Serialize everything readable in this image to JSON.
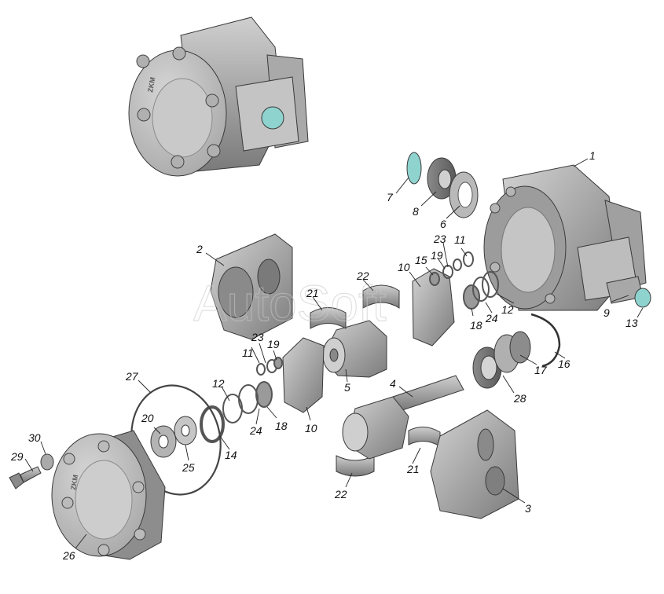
{
  "watermark": "AutoSoft",
  "stamps": {
    "cover_stamp": "ZKM"
  },
  "colors": {
    "metal_light": "#b9b9b9",
    "metal_mid": "#9a9a9a",
    "metal_dark": "#6f6f6f",
    "accent_teal": "#8fd3cf",
    "label": "#111111"
  },
  "callouts": {
    "c1": "1",
    "c2": "2",
    "c3": "3",
    "c4": "4",
    "c5": "5",
    "c6": "6",
    "c7": "7",
    "c8": "8",
    "c9": "9",
    "c10a": "10",
    "c10b": "10",
    "c11a": "11",
    "c11b": "11",
    "c12a": "12",
    "c12b": "12",
    "c13": "13",
    "c14": "14",
    "c15": "15",
    "c16": "16",
    "c17": "17",
    "c18a": "18",
    "c18b": "18",
    "c19a": "19",
    "c19b": "19",
    "c20": "20",
    "c21a": "21",
    "c21b": "21",
    "c22a": "22",
    "c22b": "22",
    "c23a": "23",
    "c23b": "23",
    "c24a": "24",
    "c24b": "24",
    "c25": "25",
    "c26": "26",
    "c27": "27",
    "c28": "28",
    "c29": "29",
    "c30": "30"
  }
}
